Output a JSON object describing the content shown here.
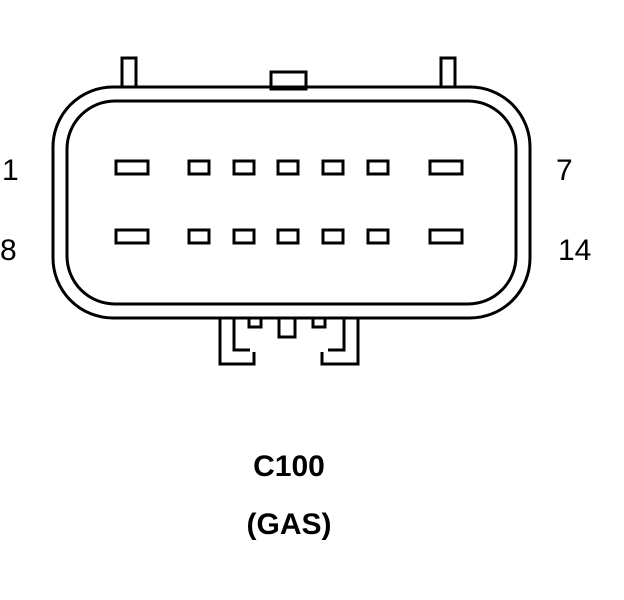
{
  "connector": {
    "name": "C100",
    "variant": "(GAS)"
  },
  "pin_labels": {
    "top_left": "1",
    "top_right": "7",
    "bottom_left": "8",
    "bottom_right": "14"
  },
  "pins_per_row": 7,
  "colors": {
    "line": "#000000",
    "background": "#ffffff"
  }
}
